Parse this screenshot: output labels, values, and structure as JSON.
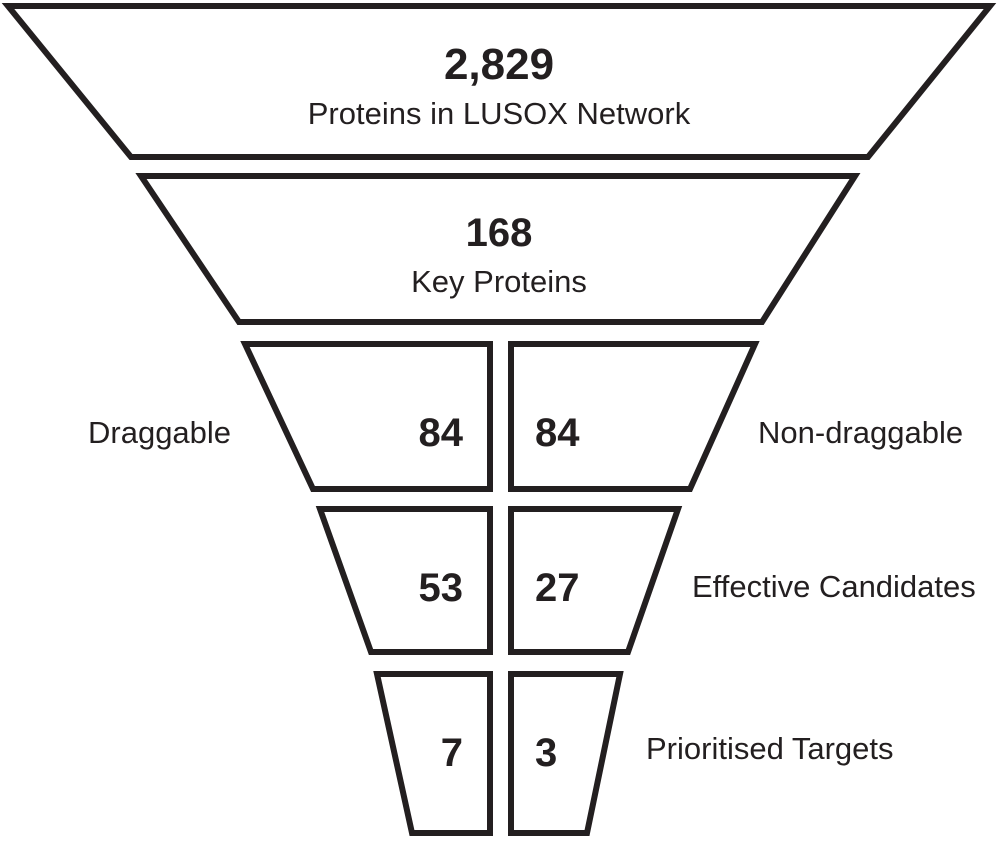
{
  "diagram": {
    "type": "funnel",
    "title": "",
    "stroke_color": "#231f20",
    "fill_color": "#ffffff",
    "background": "#ffffff"
  },
  "chart_data": {
    "type": "funnel",
    "title": "",
    "xlabel": "",
    "ylabel": "",
    "stages": [
      {
        "level": 1,
        "value": "2,829",
        "numeric": 2829,
        "caption": "Proteins in LUSOX Network",
        "split": false
      },
      {
        "level": 2,
        "value": "168",
        "numeric": 168,
        "caption": "Key Proteins",
        "split": false
      },
      {
        "level": 3,
        "split": true,
        "left_value": "84",
        "left_numeric": 84,
        "right_value": "84",
        "right_numeric": 84,
        "left_label": "Draggable",
        "right_label": "Non-draggable"
      },
      {
        "level": 4,
        "split": true,
        "left_value": "53",
        "left_numeric": 53,
        "right_value": "27",
        "right_numeric": 27,
        "left_label": "",
        "right_label": "Effective Candidates"
      },
      {
        "level": 5,
        "split": true,
        "left_value": "7",
        "left_numeric": 7,
        "right_value": "3",
        "right_numeric": 3,
        "left_label": "",
        "right_label": "Prioritised Targets"
      }
    ]
  },
  "stage1": {
    "value": "2,829",
    "caption": "Proteins in LUSOX Network"
  },
  "stage2": {
    "value": "168",
    "caption": "Key Proteins"
  },
  "stage3": {
    "left_value": "84",
    "right_value": "84",
    "left_label": "Draggable",
    "right_label": "Non-draggable"
  },
  "stage4": {
    "left_value": "53",
    "right_value": "27",
    "right_label": "Effective Candidates"
  },
  "stage5": {
    "left_value": "7",
    "right_value": "3",
    "right_label": "Prioritised Targets"
  }
}
